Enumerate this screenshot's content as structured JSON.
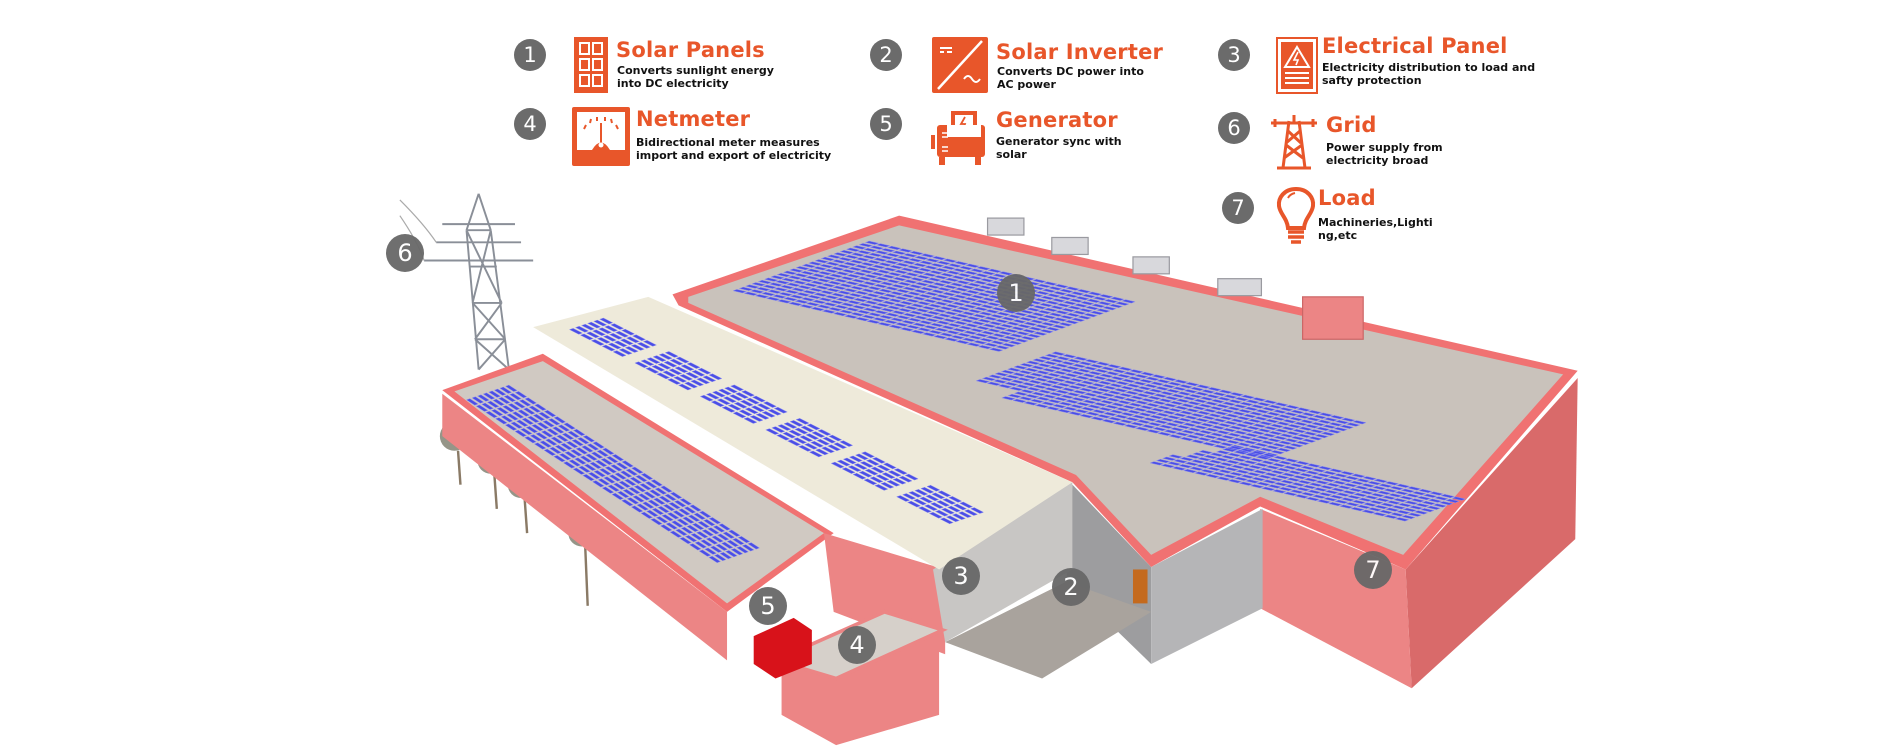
{
  "colors": {
    "accent": "#e8562a",
    "marker": "#6b6b6b",
    "panel": "#4b4ee6",
    "roof": "#c8c1ba",
    "wall": "#ec8585",
    "wall_dark": "#d96a6a"
  },
  "legend": [
    {
      "number": "1",
      "title": "Solar Panels",
      "desc1": "Converts sunlight energy",
      "desc2": "into DC electricity",
      "icon": "solar-panel-icon"
    },
    {
      "number": "2",
      "title": "Solar Inverter",
      "desc1": "Converts DC power into",
      "desc2": "AC power",
      "icon": "inverter-icon"
    },
    {
      "number": "3",
      "title": "Electrical Panel",
      "desc1": "Electricity distribution to load and",
      "desc2": "safty protection",
      "icon": "electrical-panel-icon"
    },
    {
      "number": "4",
      "title": "Netmeter",
      "desc1": "Bidirectional meter measures",
      "desc2": "import and export of electricity",
      "icon": "meter-icon"
    },
    {
      "number": "5",
      "title": "Generator",
      "desc1": "Generator sync with",
      "desc2": "solar",
      "icon": "generator-icon"
    },
    {
      "number": "6",
      "title": "Grid",
      "desc1": "Power supply from",
      "desc2": "electricity broad",
      "icon": "transmission-tower-icon"
    },
    {
      "number": "7",
      "title": "Load",
      "desc1": "Machineries,Lighti",
      "desc2": "ng,etc",
      "icon": "light-bulb-icon"
    }
  ],
  "diagram_markers": [
    "6",
    "1",
    "3",
    "2",
    "5",
    "4",
    "7"
  ]
}
